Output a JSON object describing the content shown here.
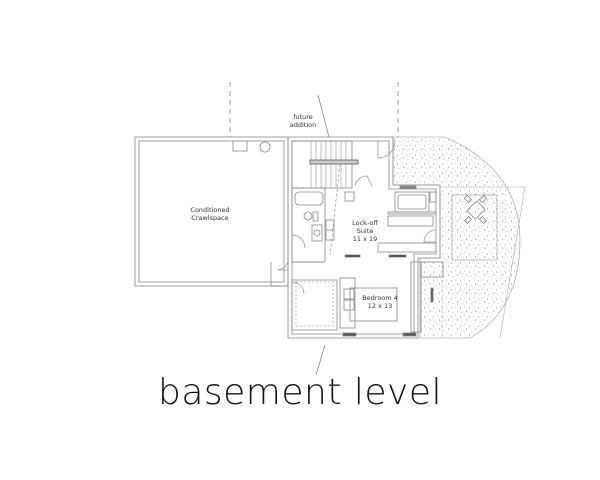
{
  "plan": {
    "title": "basement level",
    "annotation": {
      "line1": "future",
      "line2": "addition"
    },
    "rooms": [
      {
        "name": "Conditioned",
        "name2": "Crawlspace"
      },
      {
        "name": "Lock-off",
        "name2": "Suite",
        "size": "11 x 19"
      },
      {
        "name": "Bedroom 4",
        "size": "12 x 13"
      }
    ]
  },
  "colors": {
    "wall": "#8a8a8a",
    "text": "#333333",
    "hatch": "#666666"
  }
}
